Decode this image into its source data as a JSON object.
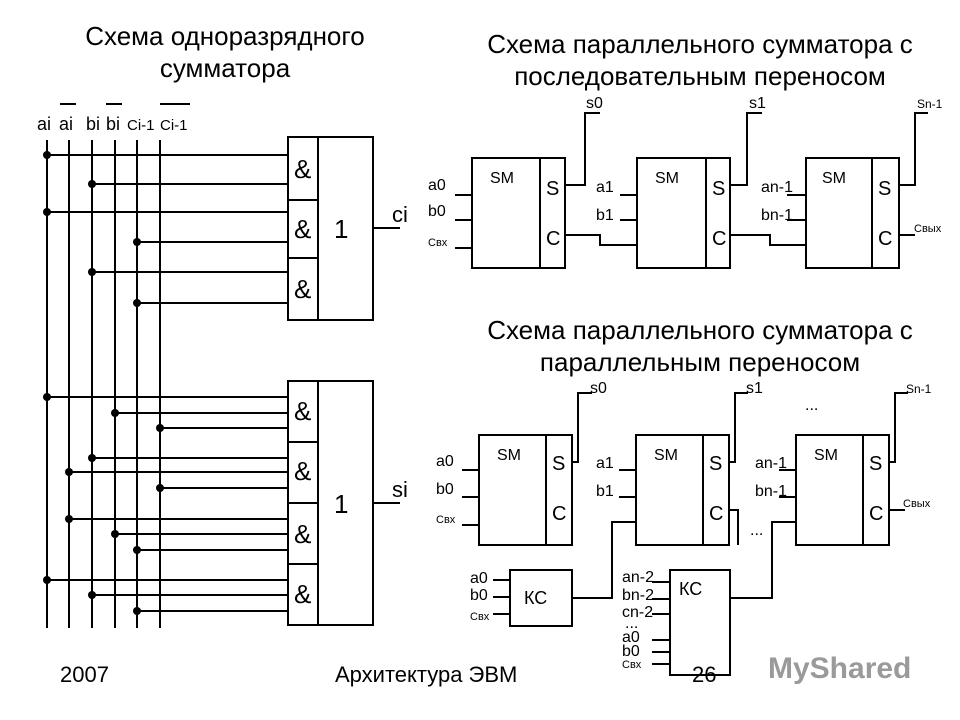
{
  "slide": {
    "title_single": "Схема одноразрядного сумматора",
    "title_serial": "Схема параллельного сумматора с последовательным переносом",
    "title_parallel": "Схема параллельного сумматора с параллельным переносом"
  },
  "footer": {
    "year": "2007",
    "course": "Архитектура ЭВМ",
    "page": "26"
  },
  "watermark": "MyShared",
  "labels": {
    "and": "&",
    "or": "1",
    "sm": "SM",
    "s": "S",
    "c": "C",
    "ks": "КС",
    "dots": "...",
    "s0": "s0",
    "s1": "s1",
    "sn1": "Sn-1",
    "a0": "a0",
    "b0": "b0",
    "a1": "a1",
    "b1": "b1",
    "an1": "an-1",
    "bn1": "bn-1",
    "an2": "an-2",
    "bn2": "bn-2",
    "cn2": "cn-2",
    "cin": "Свх",
    "cout": "Свых",
    "ci": "ci",
    "si": "si",
    "ai": "ai",
    "bi": "bi",
    "ci1": "Ci-1"
  }
}
